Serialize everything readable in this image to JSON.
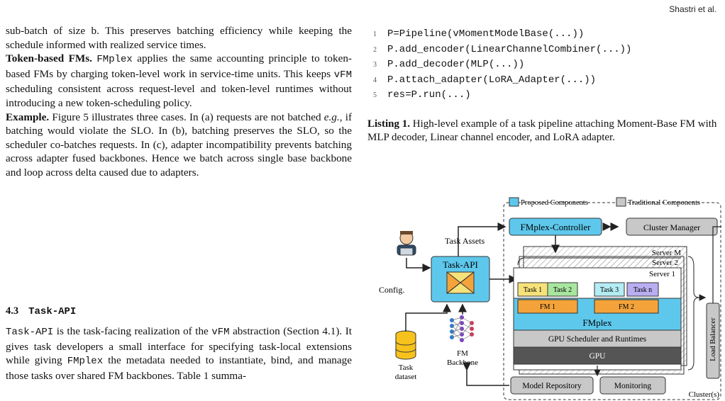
{
  "running_head": "Shastri et al.",
  "left": {
    "p1": "sub-batch of size b. This preserves batching efficiency while keeping the schedule informed with realized service times.",
    "p2_run": "Token-based FMs.",
    "p2_pre": " ",
    "p2_mono1": "FMplex",
    "p2_mid": " applies the same accounting principle to token-based FMs by charging token-level work in service-time units. This keeps ",
    "p2_mono2": "vFM",
    "p2_end": " scheduling consistent across request-level and token-level runtimes without introducing a new token-scheduling policy.",
    "p3_run": "Example.",
    "p3_a": " Figure 5 illustrates three cases. In (a) requests are not batched ",
    "p3_eg": "e.g.",
    "p3_b": ", if batching would violate the SLO. In (b), batching preserves the SLO, so the scheduler co-batches requests. In (c), adapter incompatibility prevents batching across adapter fused backbones. Hence we batch across single base backbone and loop across delta caused due to adapters."
  },
  "section": {
    "number": "4.3",
    "title": "Task-API",
    "body_mono1": "Task-API",
    "body_a": " is the task-facing realization of the ",
    "body_mono2": "vFM",
    "body_b": " abstraction (Section 4.1). It gives task developers a small interface for specifying task-local extensions while giving ",
    "body_mono3": "FMplex",
    "body_c": " the metadata needed to instantiate, bind, and manage those tasks over shared FM backbones. Table 1 summa-"
  },
  "listing": {
    "lines": [
      {
        "n": "1",
        "code": "P=Pipeline(vMomentModelBase(...))"
      },
      {
        "n": "2",
        "code": "P.add_encoder(LinearChannelCombiner(...))"
      },
      {
        "n": "3",
        "code": "P.add_decoder(MLP(...))"
      },
      {
        "n": "4",
        "code": "P.attach_adapter(LoRA_Adapter(...))"
      },
      {
        "n": "5",
        "code": "res=P.run(...)"
      }
    ],
    "caption_label": "Listing 1.",
    "caption_text": " High-level example of a task pipeline attaching Moment-Base FM with MLP decoder, Linear channel encoder, and LoRA adapter."
  },
  "figure": {
    "legend_proposed": "Proposed Components",
    "legend_traditional": "Traditional Components",
    "controller": "FMplex-Controller",
    "cluster_manager": "Cluster Manager",
    "task_assets": "Task Assets",
    "task_api": "Task-API",
    "config": "Config.",
    "server_m": "Server M",
    "server_2": "Server 2",
    "server_1": "Server 1",
    "task1": "Task 1",
    "task2": "Task 2",
    "task3": "Task 3",
    "taskn": "Task n",
    "fm1": "FM 1",
    "fm2": "FM 2",
    "fmplex": "FMplex",
    "gpu_sched": "GPU Scheduler and Runtimes",
    "gpu": "GPU",
    "load_balancer": "Load Balancer",
    "task_dataset_1": "Task",
    "task_dataset_2": "dataset",
    "fm_backbone_1": "FM",
    "fm_backbone_2": "Backbone",
    "model_repo": "Model Repository",
    "monitoring": "Monitoring",
    "clusters": "Cluster(s)",
    "colors": {
      "proposed": "#5ec8ec",
      "traditional": "#c8c8c8",
      "task_yellow": "#f6e27a",
      "task_green": "#a8e6a0",
      "task_cyan": "#b4ecf4",
      "task_purple": "#b9aef0",
      "fm_orange": "#f3a33a",
      "gpu_dark": "#555555",
      "dataset_yellow": "#f7c21c"
    }
  }
}
